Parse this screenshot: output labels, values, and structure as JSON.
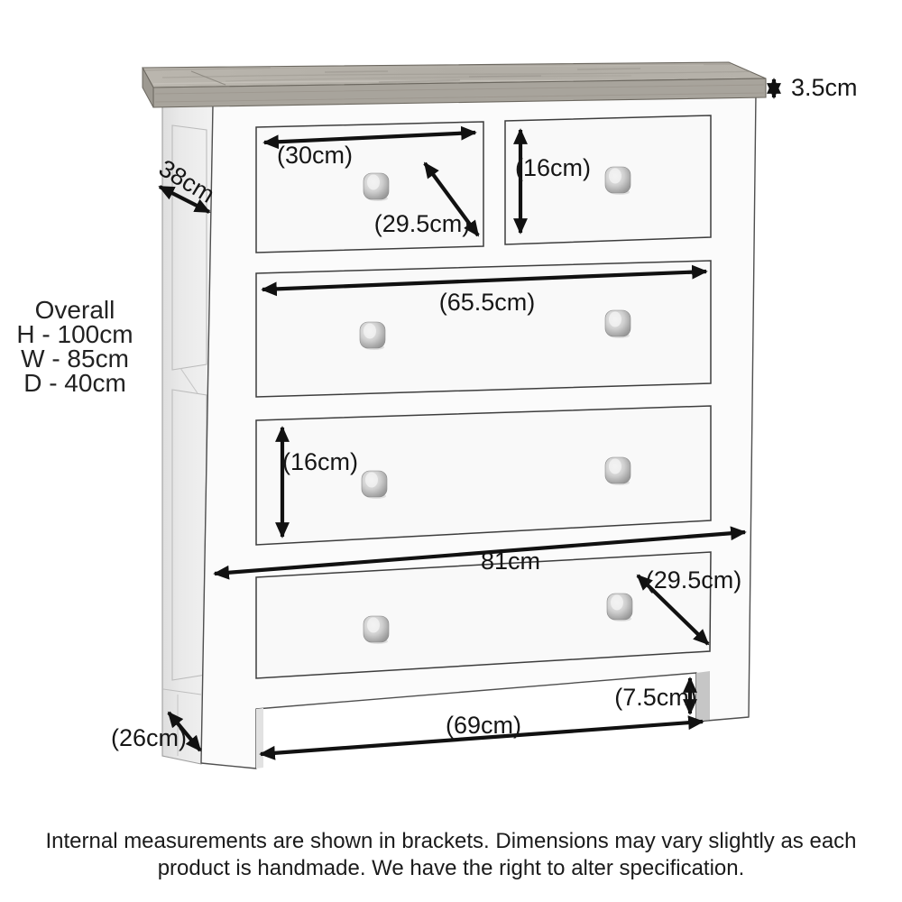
{
  "diagram": {
    "overall": {
      "title": "Overall",
      "h": "H - 100cm",
      "w": "W - 85cm",
      "d": "D - 40cm"
    },
    "dims": {
      "top_thickness": "3.5cm",
      "depth": "38cm",
      "top_left_width": "(30cm)",
      "top_left_diagonal": "(29.5cm)",
      "top_right_height": "(16cm)",
      "middle_width": "(65.5cm)",
      "lower_height": "(16cm)",
      "overall_width": "81cm",
      "bottom_diagonal": "(29.5cm)",
      "plinth_height": "(7.5cm)",
      "plinth_span": "(69cm)",
      "foot_depth": "(26cm)"
    },
    "footer": {
      "line1": "Internal measurements are shown in brackets. Dimensions may vary slightly as each",
      "line2": "product is handmade. We have the right to alter specification."
    },
    "colors": {
      "wood_top": "#b4b0a8",
      "wood_front": "#a8a49c",
      "cabinet": "#fbfbfb",
      "arrow": "#111111"
    }
  }
}
